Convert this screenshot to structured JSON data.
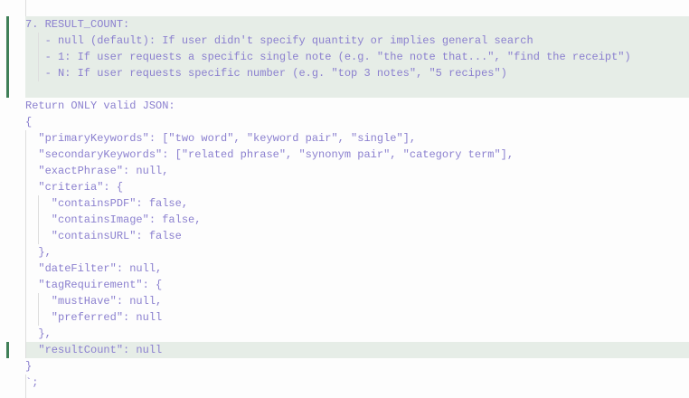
{
  "editor": {
    "lines": [
      "7. RESULT_COUNT:",
      "   - null (default): If user didn't specify quantity or implies general search",
      "   - 1: If user requests a specific single note (e.g. \"the note that...\", \"find the receipt\")",
      "   - N: If user requests specific number (e.g. \"top 3 notes\", \"5 recipes\")",
      "",
      "Return ONLY valid JSON:",
      "{",
      "  \"primaryKeywords\": [\"two word\", \"keyword pair\", \"single\"],",
      "  \"secondaryKeywords\": [\"related phrase\", \"synonym pair\", \"category term\"],",
      "  \"exactPhrase\": null,",
      "  \"criteria\": {",
      "    \"containsPDF\": false,",
      "    \"containsImage\": false,",
      "    \"containsURL\": false",
      "  },",
      "  \"dateFilter\": null,",
      "  \"tagRequirement\": {",
      "    \"mustHave\": null,",
      "    \"preferred\": null",
      "  },",
      "  \"resultCount\": null",
      "}",
      "`;"
    ],
    "colors": {
      "text": "#8b80cf",
      "highlight": "#e6ede7",
      "change_bar": "#3f7f57"
    }
  }
}
